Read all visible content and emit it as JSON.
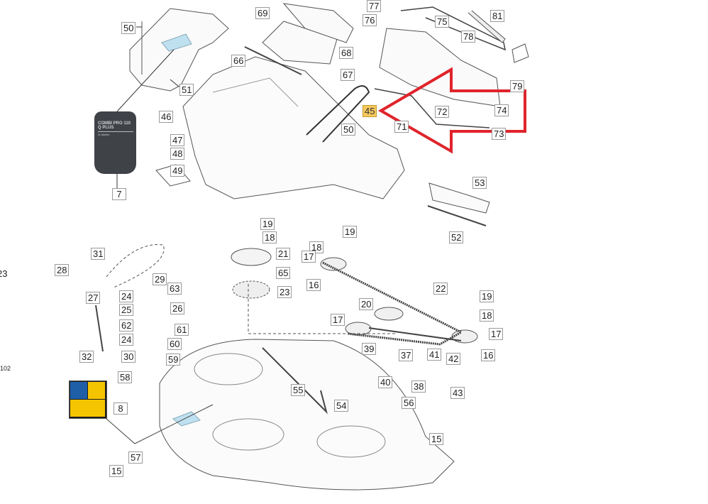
{
  "diagram": {
    "decal_text": {
      "title": "COMBI PRO 110 Q PLUS",
      "sub": "hi-dtoelm"
    },
    "highlighted_callout": "45",
    "colors": {
      "highlight": "#f7c95c",
      "arrow": "#e0232b",
      "decal": "#3f4247",
      "warning": "#f5c400",
      "info": "#1f5fa8"
    },
    "callouts": [
      "50",
      "69",
      "77",
      "76",
      "75",
      "81",
      "78",
      "68",
      "66",
      "67",
      "51",
      "45",
      "72",
      "74",
      "71",
      "73",
      "79",
      "46",
      "47",
      "48",
      "49",
      "7",
      "50",
      "53",
      "52",
      "19",
      "18",
      "21",
      "65",
      "23",
      "31",
      "28",
      "29",
      "63",
      "27",
      "24",
      "25",
      "26",
      "62",
      "61",
      "24",
      "60",
      "30",
      "32",
      "59",
      "58",
      "8",
      "57",
      "15",
      "19",
      "18",
      "17",
      "16",
      "22",
      "20",
      "19",
      "18",
      "17",
      "17",
      "39",
      "37",
      "41",
      "42",
      "16",
      "40",
      "38",
      "43",
      "55",
      "54",
      "56",
      "15",
      "23",
      "102"
    ]
  }
}
